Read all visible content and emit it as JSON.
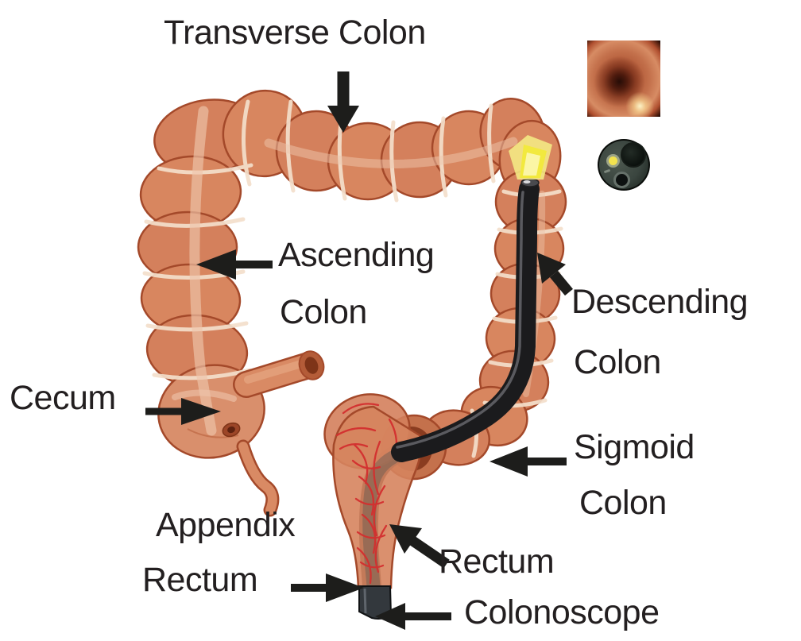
{
  "figure": {
    "subject": "Colonoscopy anatomy diagram",
    "background": "#ffffff"
  },
  "labels": {
    "transverse": "Transverse Colon",
    "ascending": {
      "line1": "Ascending",
      "line2": "Colon"
    },
    "descending": {
      "line1": "Descending",
      "line2": "Colon"
    },
    "cecum": "Cecum",
    "appendix": "Appendix",
    "rectum_left": "Rectum",
    "sigmoid": {
      "line1": "Sigmoid",
      "line2": "Colon"
    },
    "rectum_right": "Rectum",
    "colonoscope": "Colonoscope"
  },
  "icons": {
    "endoscopic_view": "endoscopy-lumen-photo",
    "scope_tip_view": "colonoscope-tip-camera-photo"
  },
  "colors": {
    "flesh": "#d4805c",
    "flesh_dark_outline": "#a4492a",
    "crease": "#f4dfcb",
    "scope_black": "#1b1b1d",
    "scope_light": "#f2e93e",
    "vessel_red": "#d32f2f",
    "label_text": "#231f20",
    "arrow_black": "#1d1d1b"
  }
}
